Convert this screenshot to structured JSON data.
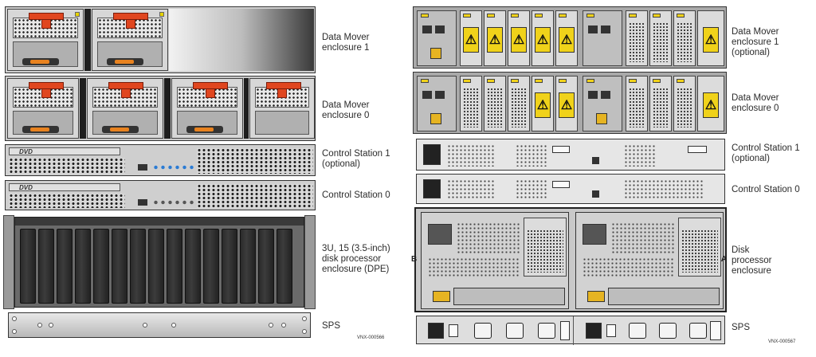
{
  "front_labels": {
    "dm1": "Data Mover\nenclosure 1",
    "dm0": "Data Mover\nenclosure 0",
    "cs1": "Control Station 1\n(optional)",
    "cs0": "Control Station 0",
    "dpe": "3U, 15 (3.5-inch)\ndisk processor\nenclosure (DPE)",
    "sps": "SPS"
  },
  "rear_labels": {
    "dm1": "Data Mover\nenclosure 1\n(optional)",
    "dm0": "Data Mover\nenclosure 0",
    "cs1": "Control Station 1\n(optional)",
    "cs0": "Control Station 0",
    "dpe": "Disk\nprocessor\nenclosure",
    "sps": "SPS"
  },
  "dvd_text": "DVD",
  "warn_glyph": "⚠",
  "sp_b_label": "B",
  "sp_a_label": "A",
  "tag_front": "VNX-000566",
  "tag_rear": "VNX-000567"
}
